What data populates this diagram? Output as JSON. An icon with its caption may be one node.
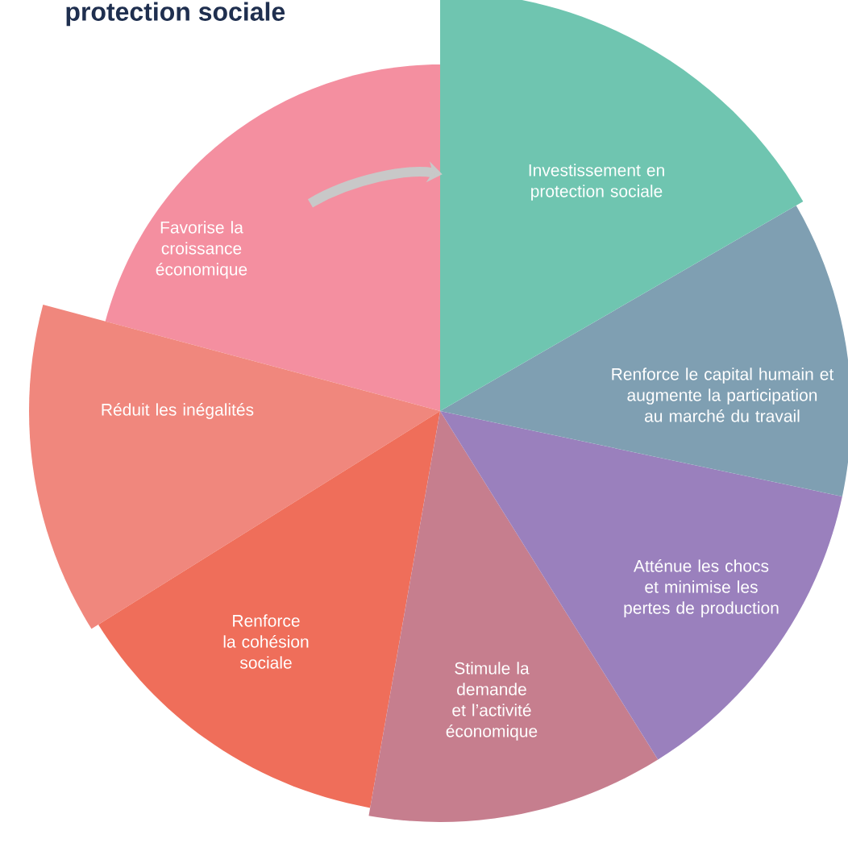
{
  "diagram": {
    "title": "protection sociale",
    "nodes": [
      {
        "text": [
          "Investissement en protection sociale"
        ]
      },
      {
        "text": [
          "Renforce le capital humain et augmente la participation au marché du travail"
        ]
      },
      {
        "text": [
          "Atténue les chocs et minimise les pertes de production"
        ]
      },
      {
        "text": [
          "Stimule la demande et l’activité économique"
        ]
      },
      {
        "text": [
          "Renforce la cohésion sociale"
        ]
      },
      {
        "text": [
          "Réduit les inégalités"
        ]
      },
      {
        "text": [
          "Favorise la croissance économique"
        ]
      }
    ],
    "edges": [
      {
        "from": 6,
        "to": 0,
        "arrow": "to",
        "color": "#c8c8c8"
      }
    ]
  }
}
